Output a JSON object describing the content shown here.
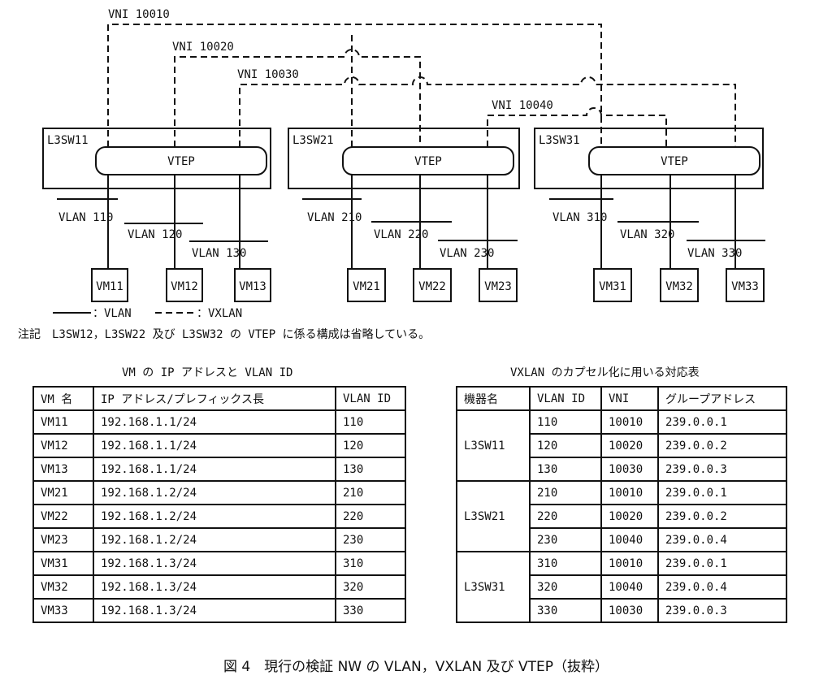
{
  "diagram": {
    "vni_labels": [
      "VNI 10010",
      "VNI 10020",
      "VNI 10030",
      "VNI 10040"
    ],
    "switches": [
      {
        "name": "L3SW11",
        "vtep": "VTEP",
        "vlans": [
          "VLAN 110",
          "VLAN 120",
          "VLAN 130"
        ],
        "vms": [
          "VM11",
          "VM12",
          "VM13"
        ]
      },
      {
        "name": "L3SW21",
        "vtep": "VTEP",
        "vlans": [
          "VLAN 210",
          "VLAN 220",
          "VLAN 230"
        ],
        "vms": [
          "VM21",
          "VM22",
          "VM23"
        ]
      },
      {
        "name": "L3SW31",
        "vtep": "VTEP",
        "vlans": [
          "VLAN 310",
          "VLAN 320",
          "VLAN 330"
        ],
        "vms": [
          "VM31",
          "VM32",
          "VM33"
        ]
      }
    ],
    "legend": {
      "solid": "：VLAN",
      "dashed": "：VXLAN"
    }
  },
  "note": "注記　L3SW12，L3SW22 及び L3SW32 の VTEP に係る構成は省略している。",
  "vm_table": {
    "title": "VM の IP アドレスと VLAN ID",
    "headers": [
      "VM 名",
      "IP アドレス/プレフィックス長",
      "VLAN ID"
    ],
    "rows": [
      [
        "VM11",
        "192.168.1.1/24",
        "110"
      ],
      [
        "VM12",
        "192.168.1.1/24",
        "120"
      ],
      [
        "VM13",
        "192.168.1.1/24",
        "130"
      ],
      [
        "VM21",
        "192.168.1.2/24",
        "210"
      ],
      [
        "VM22",
        "192.168.1.2/24",
        "220"
      ],
      [
        "VM23",
        "192.168.1.2/24",
        "230"
      ],
      [
        "VM31",
        "192.168.1.3/24",
        "310"
      ],
      [
        "VM32",
        "192.168.1.3/24",
        "320"
      ],
      [
        "VM33",
        "192.168.1.3/24",
        "330"
      ]
    ]
  },
  "vxlan_table": {
    "title": "VXLAN のカプセル化に用いる対応表",
    "headers": [
      "機器名",
      "VLAN ID",
      "VNI",
      "グループアドレス"
    ],
    "groups": [
      {
        "device": "L3SW11",
        "rows": [
          [
            "110",
            "10010",
            "239.0.0.1"
          ],
          [
            "120",
            "10020",
            "239.0.0.2"
          ],
          [
            "130",
            "10030",
            "239.0.0.3"
          ]
        ]
      },
      {
        "device": "L3SW21",
        "rows": [
          [
            "210",
            "10010",
            "239.0.0.1"
          ],
          [
            "220",
            "10020",
            "239.0.0.2"
          ],
          [
            "230",
            "10040",
            "239.0.0.4"
          ]
        ]
      },
      {
        "device": "L3SW31",
        "rows": [
          [
            "310",
            "10010",
            "239.0.0.1"
          ],
          [
            "320",
            "10040",
            "239.0.0.4"
          ],
          [
            "330",
            "10030",
            "239.0.0.3"
          ]
        ]
      }
    ]
  },
  "caption": "図 4　現行の検証 NW の VLAN，VXLAN 及び VTEP（抜粋）"
}
